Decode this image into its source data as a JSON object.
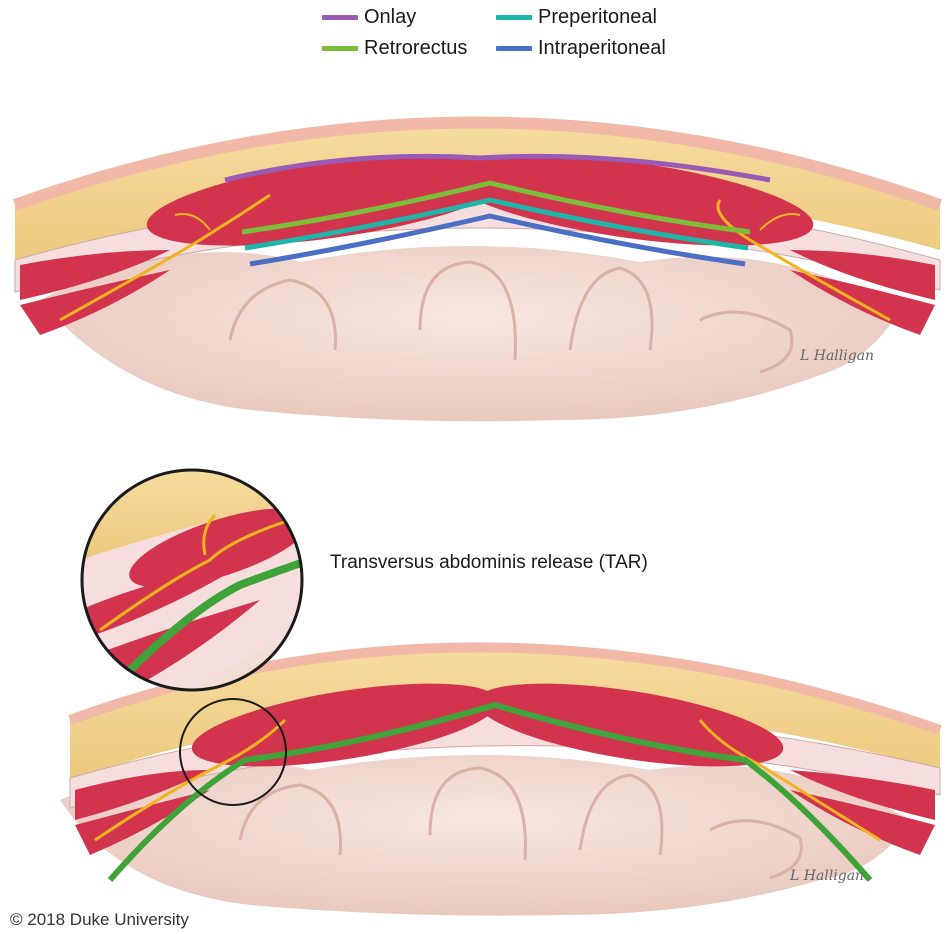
{
  "legend": {
    "items": [
      {
        "label": "Onlay",
        "color": "#9b59b6"
      },
      {
        "label": "Preperitoneal",
        "color": "#1fb5a8"
      },
      {
        "label": "Retrorectus",
        "color": "#7cbd3a"
      },
      {
        "label": "Intraperitoneal",
        "color": "#4a6fc4"
      }
    ]
  },
  "lower_panel": {
    "caption": "Transversus abdominis release (TAR)"
  },
  "signature": "L Halligan",
  "footer": {
    "copyright": "© 2018 Duke University"
  },
  "colors": {
    "fat": "#efd28f",
    "skin": "#f2b9a8",
    "muscle": "#d2344e",
    "fascia": "#f6dede",
    "bowel": "#f3ded6",
    "nerve": "#f1b41f",
    "tar_mesh": "#3fa33a"
  }
}
